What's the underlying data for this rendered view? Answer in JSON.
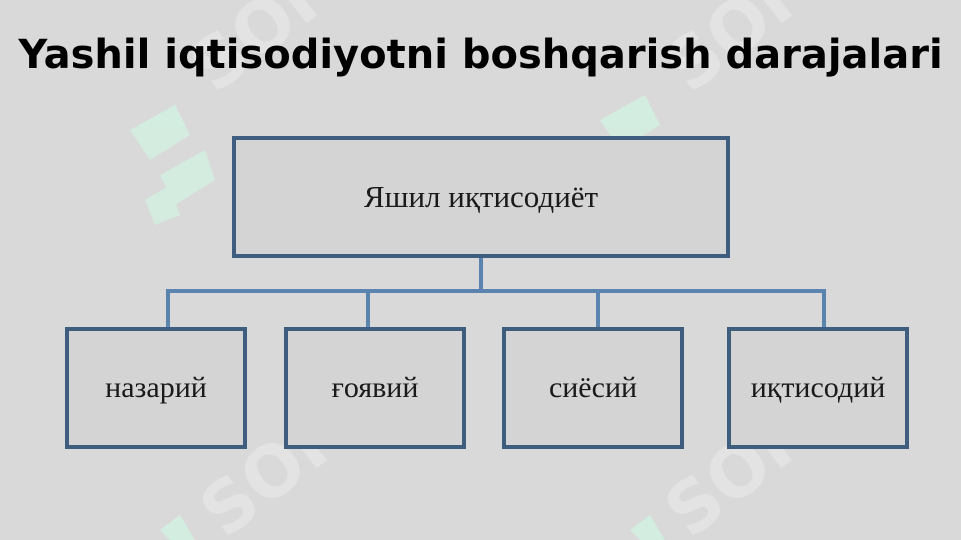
{
  "slide": {
    "title": "Yashil iqtisodiyotni boshqarish darajalari"
  },
  "diagram": {
    "root": {
      "label": "Яшил иқтисодиёт"
    },
    "children": [
      {
        "label": "назарий"
      },
      {
        "label": "ғоявий"
      },
      {
        "label": "сиёсий"
      },
      {
        "label": "иқтисодий"
      }
    ]
  },
  "watermark": {
    "text": "SOFT",
    "logo_icon": "sf-logo-icon"
  },
  "colors": {
    "background": "#d9d9d9",
    "box_border": "#3f5d7f",
    "connector": "#5b83b0",
    "watermark": "#d6efe2"
  }
}
